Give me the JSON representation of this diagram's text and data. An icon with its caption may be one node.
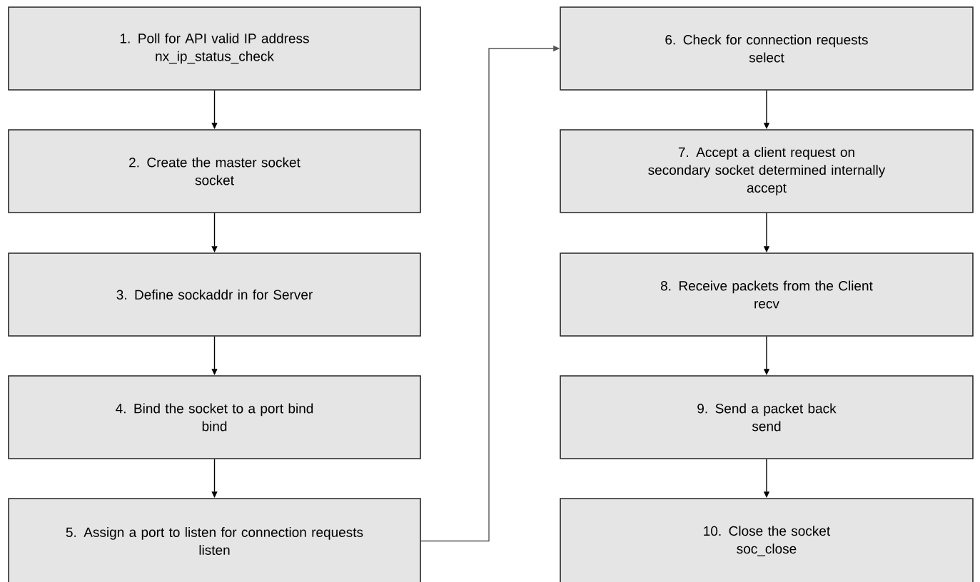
{
  "diagram": {
    "nodes": [
      {
        "text": [
          "1. Poll for API valid IP address",
          "nx_ip_status_check"
        ]
      },
      {
        "text": [
          "2. Create the master socket",
          "socket"
        ]
      },
      {
        "text": [
          "3. Define sockaddr in for Server"
        ]
      },
      {
        "text": [
          "4. Bind the socket to a port bind",
          "bind"
        ]
      },
      {
        "text": [
          "5. Assign a port to listen for connection requests",
          "listen"
        ]
      },
      {
        "text": [
          "6. Check for connection requests",
          "select"
        ]
      },
      {
        "text": [
          "7. Accept a client request on secondary socket determined internally",
          "accept"
        ]
      },
      {
        "text": [
          "8. Receive packets from the Client",
          "recv"
        ]
      },
      {
        "text": [
          "9. Send a packet back",
          "send"
        ]
      },
      {
        "text": [
          "10. Close the socket",
          "soc_close"
        ]
      }
    ],
    "edges": [
      {
        "from": 0,
        "to": 1,
        "arrow": "to"
      },
      {
        "from": 1,
        "to": 2,
        "arrow": "to"
      },
      {
        "from": 2,
        "to": 3,
        "arrow": "to"
      },
      {
        "from": 3,
        "to": 4,
        "arrow": "to"
      },
      {
        "from": 4,
        "to": 5,
        "arrow": "to",
        "color": "#555555"
      },
      {
        "from": 5,
        "to": 6,
        "arrow": "to"
      },
      {
        "from": 6,
        "to": 7,
        "arrow": "to"
      },
      {
        "from": 7,
        "to": 8,
        "arrow": "to"
      },
      {
        "from": 8,
        "to": 9,
        "arrow": "to"
      }
    ]
  }
}
